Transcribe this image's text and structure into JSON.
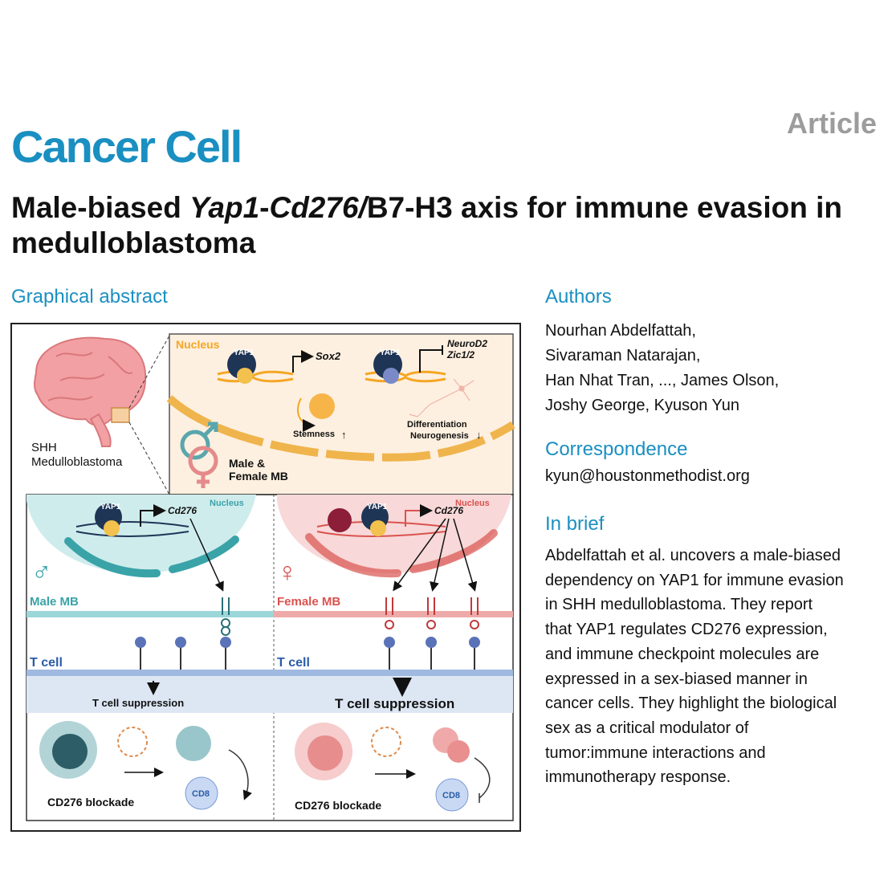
{
  "header": {
    "journal": "Cancer Cell",
    "article_type": "Article",
    "title_parts": [
      "Male-biased ",
      "Yap1",
      "-",
      "Cd276",
      "/",
      "B7-H3 axis for immune evasion in medulloblastoma"
    ]
  },
  "sections": {
    "graphical_abstract": "Graphical abstract",
    "authors": "Authors",
    "correspondence": "Correspondence",
    "in_brief": "In brief"
  },
  "authors_lines": [
    "Nourhan Abdelfattah,",
    "Sivaraman Natarajan,",
    "Han Nhat Tran, ..., James Olson,",
    "Joshy George, Kyuson Yun"
  ],
  "correspondence_email": "kyun@houstonmethodist.org",
  "in_brief_lines": [
    "Abdelfattah et al. uncovers a male-biased",
    "dependency on YAP1 for immune evasion",
    "in SHH medulloblastoma. They report",
    "that YAP1 regulates CD276 expression,",
    "and immune checkpoint molecules are",
    "expressed in a sex-biased manner in",
    "cancer cells. They highlight the biological",
    "sex as a critical modulator of",
    "tumor:immune interactions and",
    "immunotherapy response."
  ],
  "abstract": {
    "brain_label_1": "SHH",
    "brain_label_2": "Medulloblastoma",
    "nucleus_top": "Nucleus",
    "yap1": "YAP1",
    "sox2": "Sox2",
    "neurod2": "NeuroD2",
    "zic": "Zic1/2",
    "stemness": "Stemness",
    "differentiation": "Differentiation",
    "neurogenesis": "Neurogenesis",
    "mixed_label_1": "Male &",
    "mixed_label_2": "Female MB",
    "nucleus_male": "Nucleus",
    "nucleus_female": "Nucleus",
    "cd276": "Cd276",
    "male_mb": "Male MB",
    "female_mb": "Female MB",
    "t_cell": "T cell",
    "t_cell_suppression": "T cell suppression",
    "cd276_blockade": "CD276 blockade",
    "cd8": "CD8",
    "colors": {
      "orange": "#f5a623",
      "teal": "#3aa3a8",
      "red": "#d9534f",
      "yap_navy": "#1f3556",
      "accent_blue": "#1a8fc1"
    }
  }
}
